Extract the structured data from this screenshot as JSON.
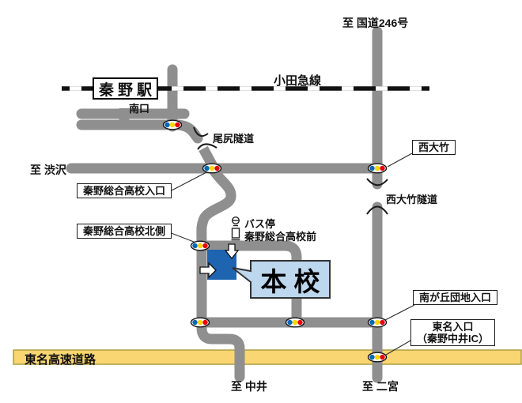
{
  "map": {
    "destinations": {
      "route246": "至 国道246号",
      "shibusawa": "至 渋沢",
      "nakai": "至 中井",
      "ninomiya": "至 二宮"
    },
    "railway": {
      "line_name": "小田急線",
      "station_name": "秦野駅",
      "exit_name": "南口"
    },
    "tunnels": {
      "ojiri": "尾尻隧道",
      "nishiotake": "西大竹隧道"
    },
    "intersections": {
      "sogo_entrance": "秦野総合高校入口",
      "sogo_north": "秦野総合高校北側",
      "nishiotake": "西大竹",
      "minamigaoka": "南が丘団地入口",
      "tomei_entrance_line1": "東名入口",
      "tomei_entrance_line2": "（秦野中井IC）"
    },
    "bus_stop": {
      "label": "バス停",
      "name": "秦野総合高校前"
    },
    "school": {
      "label": "本校"
    },
    "expressway": {
      "name": "東名高速道路"
    },
    "colors": {
      "road": "#8F8F8F",
      "railway": "#111111",
      "school_building": "#1F64B0",
      "school_label_bg": "#BDD7EE",
      "expressway_fill": "#F9D671",
      "expressway_border": "#AD9D44",
      "signal_blue": "#0068B7",
      "signal_yellow": "#FFD700",
      "signal_red": "#E60012"
    }
  }
}
